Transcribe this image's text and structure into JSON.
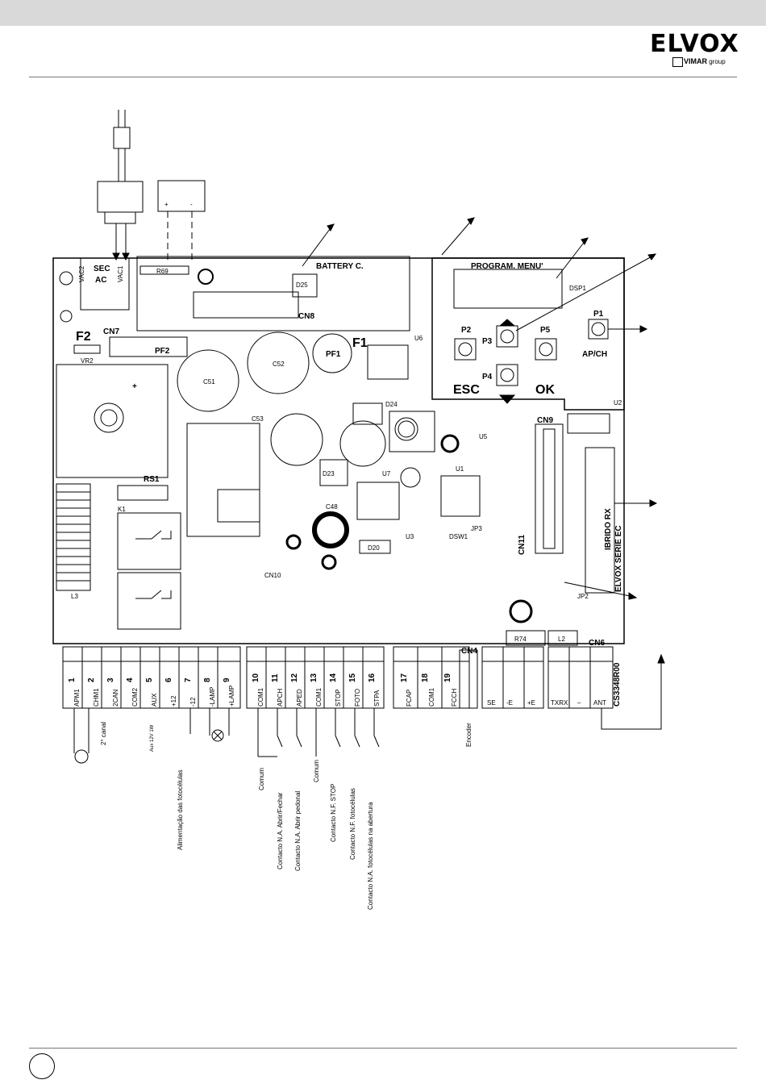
{
  "header": {
    "logo_text": "ELVOX",
    "logo_sub": "VIMAR",
    "logo_sub2": "group"
  },
  "board": {
    "battery_label": "BATTERY C.",
    "program_menu_label": "PROGRAM. MENU'",
    "display_label": "DSP1",
    "esc_label": "ESC",
    "ok_label": "OK",
    "apch_label": "AP/CH",
    "ibrido_label": "IBRIDO RX",
    "elvox_serie_label": "ELVOX SERIE EC",
    "board_code": "CS3348R00",
    "sec_label": "SEC",
    "ac_label": "AC",
    "vac1": "VAC1",
    "vac2": "VAC2",
    "cn7": "CN7",
    "cn8": "CN8",
    "cn9": "CN9",
    "f1": "F1",
    "f2": "F2",
    "pf1": "PF1",
    "pf2": "PF2",
    "p1": "P1",
    "p2": "P2",
    "p3": "P3",
    "p4": "P4",
    "p5": "P5",
    "rs1": "RS1",
    "c48": "C48",
    "c51": "C51",
    "c52": "C52",
    "c53": "C53",
    "cn4": "CN4",
    "cn6": "CN6",
    "l2": "L2",
    "r74": "R74",
    "dsw1": "DSW1",
    "jp3": "JP3",
    "jp2": "JP2",
    "u1": "U1",
    "u2": "U2",
    "u3": "U3",
    "u5": "U5",
    "u6": "U6",
    "u7": "U7",
    "d20": "D20",
    "d23": "D23",
    "d24": "D24",
    "d25": "D25",
    "r69": "R69",
    "vr2": "VR2",
    "l3": "L3",
    "k1": "K1",
    "cn10": "CN10",
    "cn11": "CN11"
  },
  "terminals": [
    {
      "num": "1",
      "name": "APM1"
    },
    {
      "num": "2",
      "name": "CHM1"
    },
    {
      "num": "3",
      "name": "2CAN"
    },
    {
      "num": "4",
      "name": "COM2"
    },
    {
      "num": "5",
      "name": "AUX"
    },
    {
      "num": "6",
      "name": "+12"
    },
    {
      "num": "7",
      "name": "-12"
    },
    {
      "num": "8",
      "name": "-LAMP"
    },
    {
      "num": "9",
      "name": "+LAMP"
    },
    {
      "num": "10",
      "name": "COM1"
    },
    {
      "num": "11",
      "name": "APCH"
    },
    {
      "num": "12",
      "name": "APED"
    },
    {
      "num": "13",
      "name": "COM1"
    },
    {
      "num": "14",
      "name": "STOP"
    },
    {
      "num": "15",
      "name": "FOTO"
    },
    {
      "num": "16",
      "name": "STPA"
    },
    {
      "num": "17",
      "name": "FCAP"
    },
    {
      "num": "18",
      "name": "COM1"
    },
    {
      "num": "19",
      "name": "FCCH"
    }
  ],
  "right_terminals": [
    {
      "name": "SE"
    },
    {
      "name": "-E"
    },
    {
      "name": "+E"
    },
    {
      "name": "TXRX"
    },
    {
      "name": "–"
    },
    {
      "name": "ANT"
    }
  ],
  "annotations": {
    "canal2": "2° canal",
    "aux": "Aux 12V 1W",
    "alim": "Alimentação das fotocélulas",
    "comum1": "Comum",
    "abrir_fechar": "Contacto N.A. Abrir/Fechar",
    "abrir_pedonal": "Contacto N.A. Abrir pedonal",
    "comum2": "Comum",
    "stop": "Contacto N.F. STOP",
    "foto": "Contacto N.F. fotocélulas",
    "foto_abertura": "Contacto N.A. fotocélulas na abertura",
    "encoder": "Encoder"
  },
  "colors": {
    "header_bar": "#d9d9d9",
    "ink": "#000000",
    "rule": "#777777"
  }
}
